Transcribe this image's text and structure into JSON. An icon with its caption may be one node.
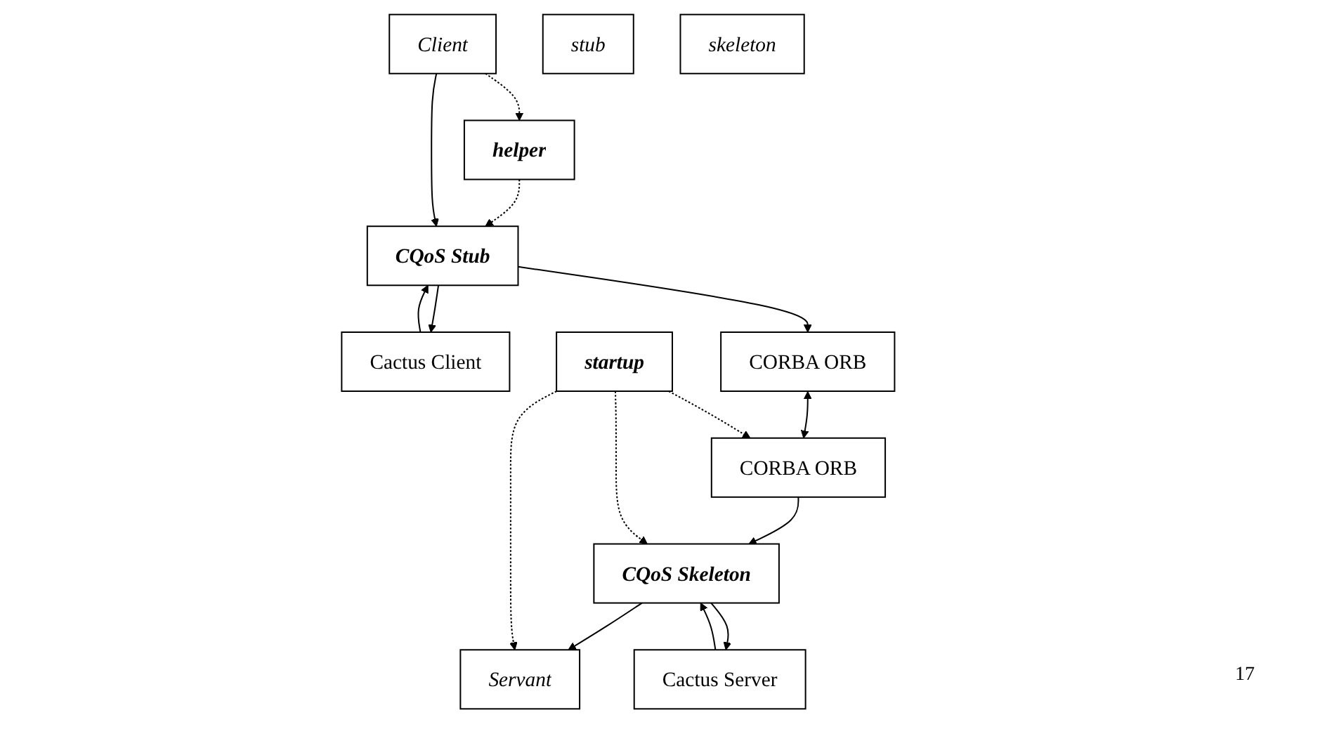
{
  "diagram": {
    "nodes": [
      {
        "text": [
          "helper"
        ]
      },
      {
        "text": [
          "Client"
        ]
      },
      {
        "text": [
          "Cactus Client"
        ]
      },
      {
        "text": [
          "CQoS Stub"
        ]
      },
      {
        "text": [
          "stub"
        ]
      },
      {
        "text": [
          "CORBA ORB"
        ]
      },
      {
        "text": [
          "Servant"
        ]
      },
      {
        "text": [
          "startup"
        ]
      },
      {
        "text": [
          "CQoS Skeleton"
        ]
      },
      {
        "text": [
          "Cactus Server"
        ]
      },
      {
        "text": [
          "skeleton"
        ]
      },
      {
        "text": [
          "CORBA ORB"
        ]
      }
    ],
    "edges": [
      {
        "from": 1,
        "to": 0,
        "arrow": "to",
        "style": "dashed"
      },
      {
        "from": 0,
        "to": 3,
        "arrow": "to",
        "style": "dashed"
      },
      {
        "from": 1,
        "to": 3,
        "arrow": "to"
      },
      {
        "from": 3,
        "to": 2,
        "arrow": "to"
      },
      {
        "from": 2,
        "to": 3,
        "arrow": "to"
      },
      {
        "from": 3,
        "to": 5,
        "arrow": "to"
      },
      {
        "from": 5,
        "to": 11,
        "arrow": "both"
      },
      {
        "from": 11,
        "to": 8,
        "arrow": "to"
      },
      {
        "from": 8,
        "to": 6,
        "arrow": "to"
      },
      {
        "from": 7,
        "to": 6,
        "arrow": "to",
        "style": "dashed"
      },
      {
        "from": 7,
        "to": 8,
        "arrow": "to",
        "style": "dashed"
      },
      {
        "from": 7,
        "to": 11,
        "arrow": "to",
        "style": "dashed"
      },
      {
        "from": 9,
        "to": 8,
        "arrow": "to"
      },
      {
        "from": 8,
        "to": 9,
        "arrow": "to"
      }
    ],
    "labels": [
      "17"
    ]
  }
}
